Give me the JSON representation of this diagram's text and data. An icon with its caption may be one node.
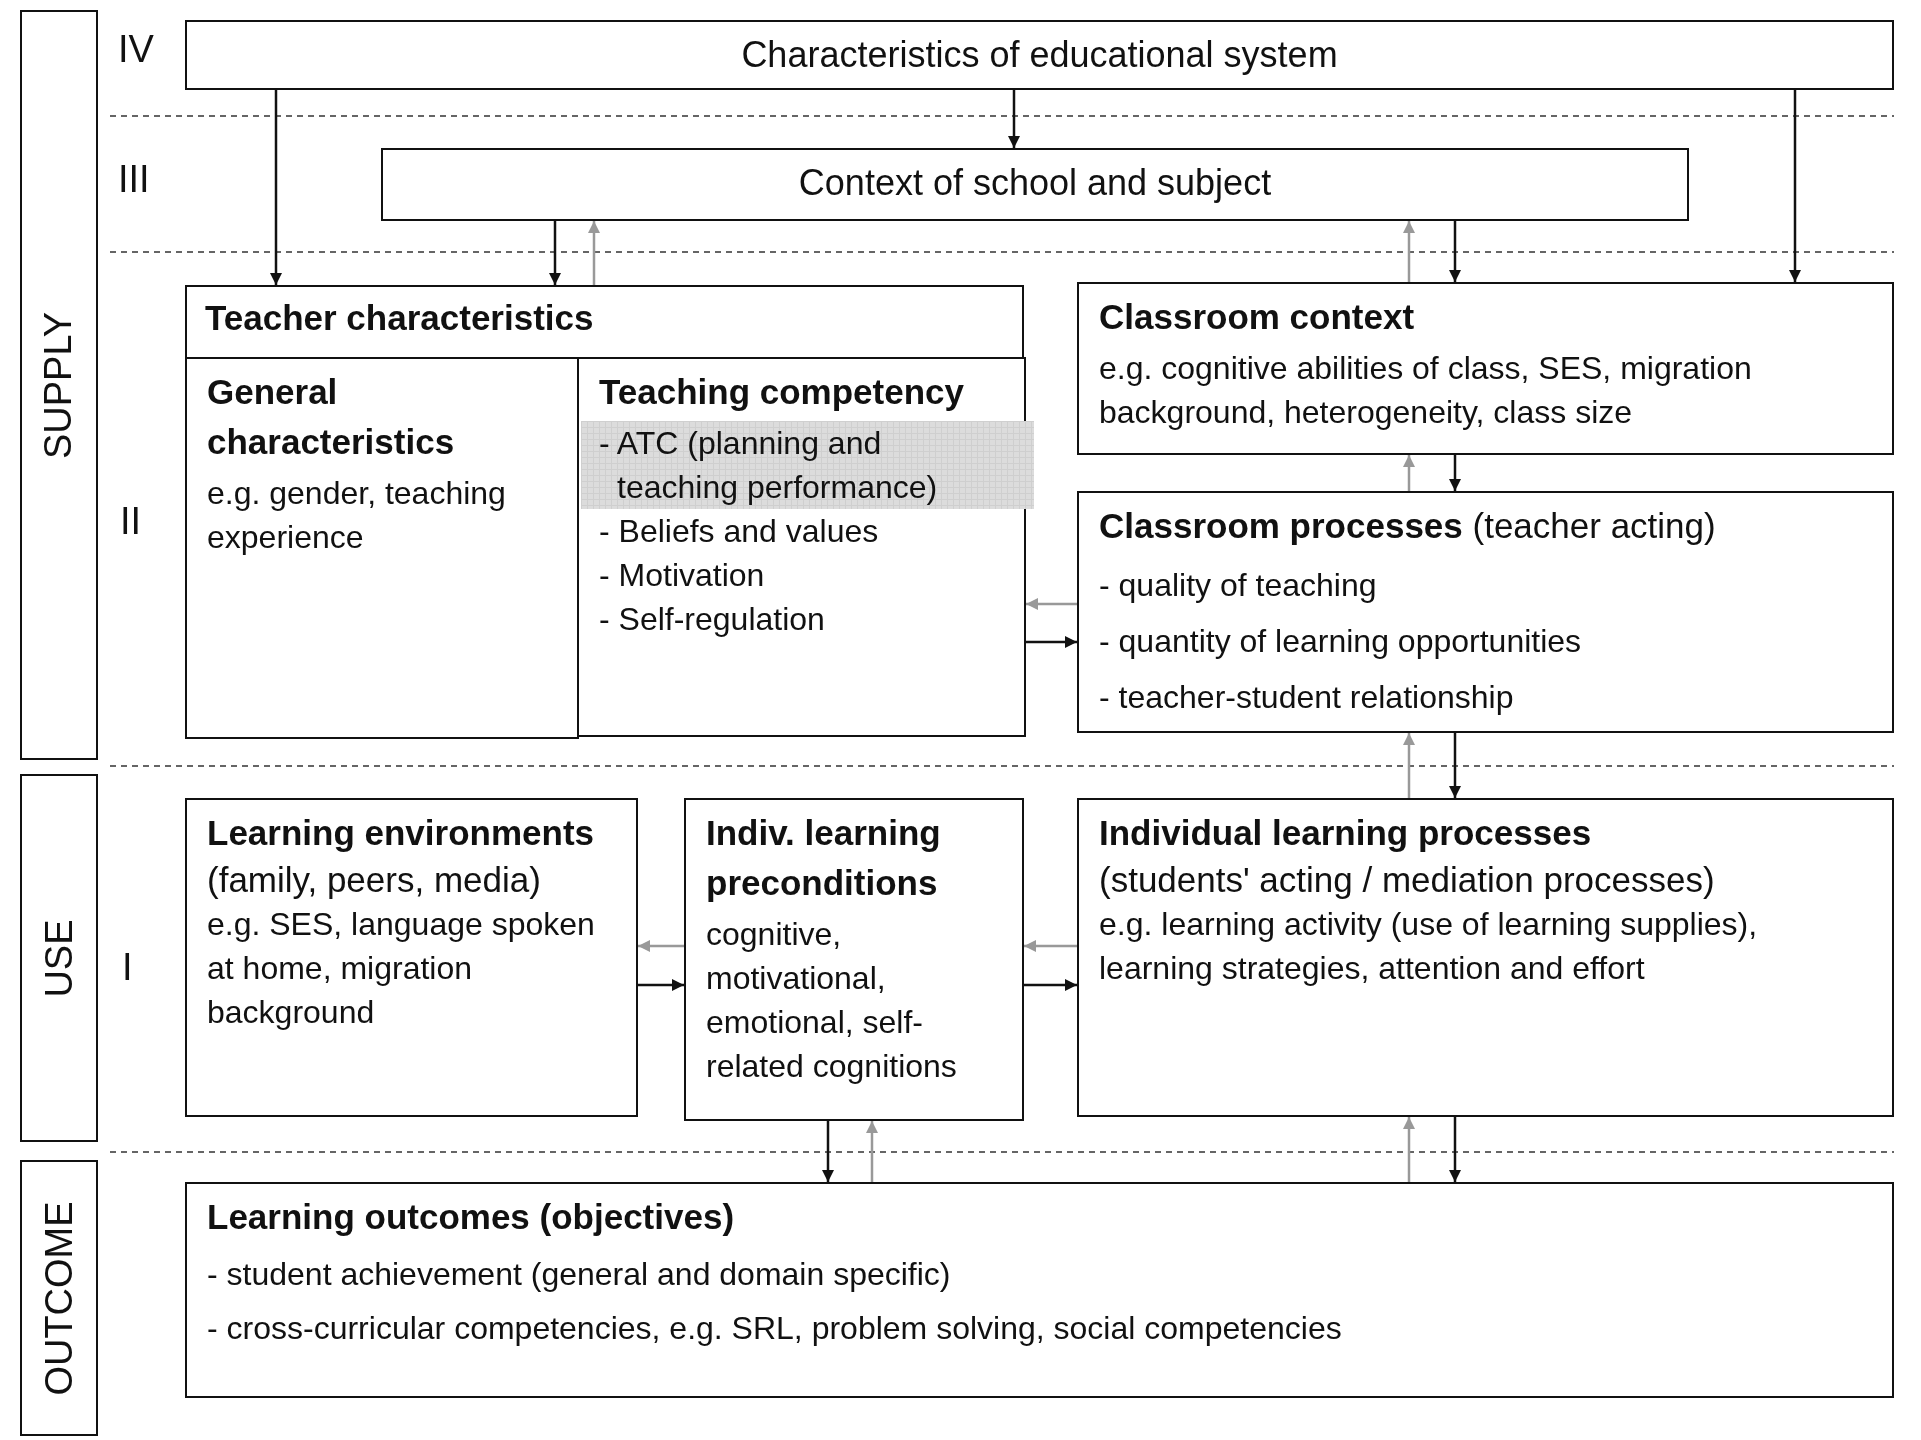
{
  "diagram": {
    "nodes": [
      {
        "text": [
          "Characteristics of educational system"
        ]
      },
      {
        "text": [
          "Context of school and subject"
        ]
      },
      {
        "text": [
          "Teacher characteristics"
        ]
      },
      {
        "text": [
          "General characteristics",
          "e.g. gender, teaching experience"
        ],
        "in": 2
      },
      {
        "text": [
          "Teaching competency",
          "- ATC (planning and teaching performance)",
          "- Beliefs and values",
          "- Motivation",
          "- Self-regulation"
        ],
        "in": 2
      },
      {
        "text": [
          "Classroom context",
          "e.g. cognitive abilities of class, SES, migration background, heterogeneity, class size"
        ]
      },
      {
        "text": [
          "**Classroom processes** (teacher acting)",
          "- quality of teaching",
          "- quantity of learning opportunities",
          "- teacher-student relationship"
        ]
      },
      {
        "text": [
          "Learning environments",
          "(family, peers, media)",
          "e.g. SES, language spoken at home, migration background"
        ]
      },
      {
        "text": [
          "Indiv. learning preconditions",
          "cognitive, motivational, emotional, self-related cognitions"
        ]
      },
      {
        "text": [
          "Individual learning processes",
          "(students' acting / mediation processes)",
          "e.g. learning activity (use of learning supplies), learning strategies, attention and effort"
        ]
      },
      {
        "text": [
          "Learning outcomes (objectives)",
          "- student achievement (general and domain specific)",
          "- cross-curricular competencies, e.g. SRL, problem solving, social competencies"
        ]
      },
      {
        "text": [
          "SUPPLY"
        ]
      },
      {
        "text": [
          "USE"
        ]
      },
      {
        "text": [
          "OUTCOME"
        ]
      }
    ],
    "edges": [
      {
        "from": 0,
        "to": 2,
        "arrow": "to"
      },
      {
        "from": 0,
        "to": 1,
        "arrow": "to"
      },
      {
        "from": 0,
        "to": 5,
        "arrow": "to"
      },
      {
        "from": 1,
        "to": 2,
        "arrow": "to"
      },
      {
        "from": 2,
        "to": 1,
        "arrow": "to",
        "color": "#999999"
      },
      {
        "from": 5,
        "to": 1,
        "arrow": "to",
        "color": "#999999"
      },
      {
        "from": 1,
        "to": 5,
        "arrow": "to"
      },
      {
        "from": 5,
        "to": 6,
        "arrow": "to"
      },
      {
        "from": 6,
        "to": 5,
        "arrow": "to",
        "color": "#999999"
      },
      {
        "from": 6,
        "to": 4,
        "arrow": "to",
        "color": "#999999"
      },
      {
        "from": 4,
        "to": 6,
        "arrow": "to"
      },
      {
        "from": 6,
        "to": 9,
        "arrow": "to"
      },
      {
        "from": 9,
        "to": 6,
        "arrow": "to",
        "color": "#999999"
      },
      {
        "from": 8,
        "to": 7,
        "arrow": "to",
        "color": "#999999"
      },
      {
        "from": 7,
        "to": 8,
        "arrow": "to"
      },
      {
        "from": 9,
        "to": 8,
        "arrow": "to",
        "color": "#999999"
      },
      {
        "from": 8,
        "to": 9,
        "arrow": "to"
      },
      {
        "from": 8,
        "to": 10,
        "arrow": "to"
      },
      {
        "from": 10,
        "to": 8,
        "arrow": "to",
        "color": "#999999"
      },
      {
        "from": 9,
        "to": 10,
        "arrow": "to"
      },
      {
        "from": 10,
        "to": 9,
        "arrow": "to",
        "color": "#999999"
      }
    ],
    "labels": [
      "IV",
      "III",
      "II",
      "I"
    ]
  }
}
